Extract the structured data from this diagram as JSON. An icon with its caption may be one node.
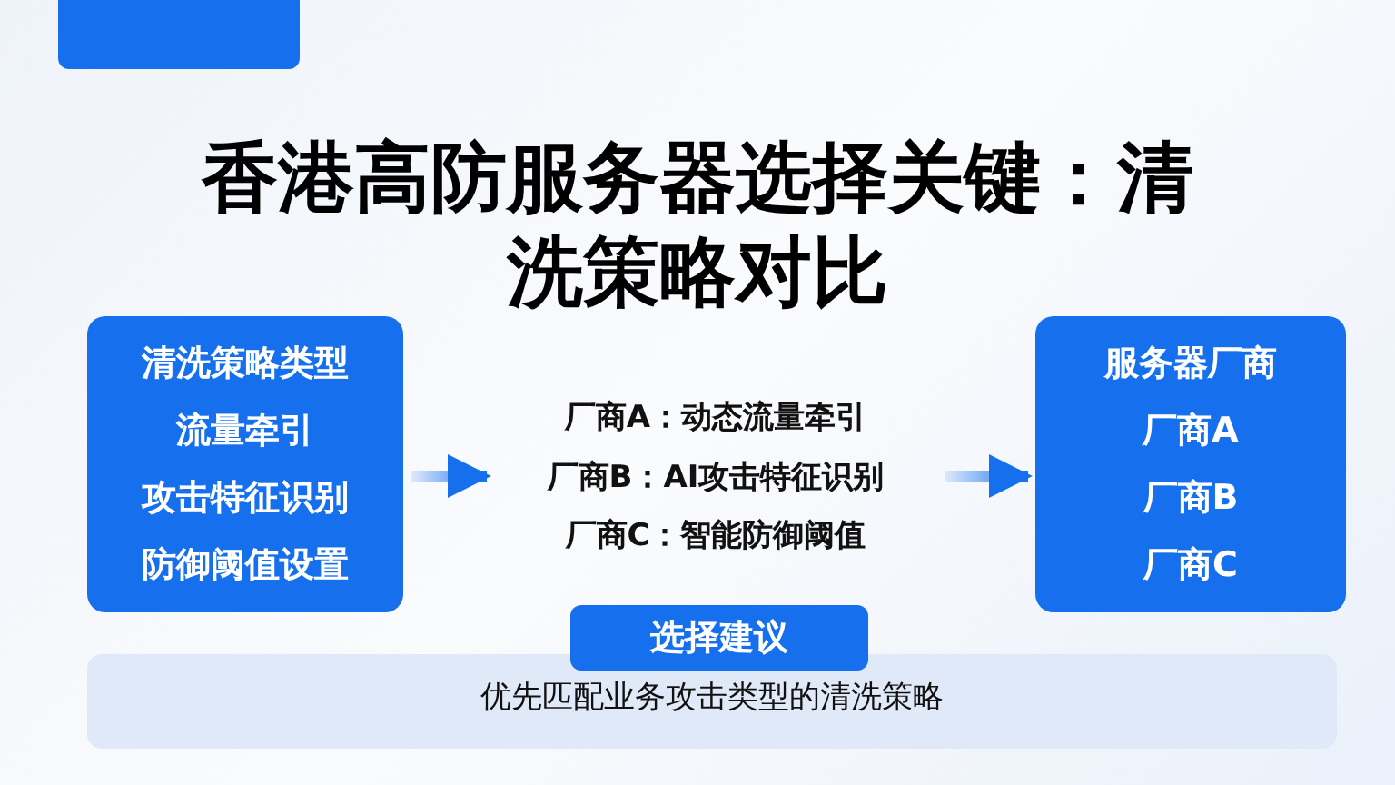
{
  "diagram": {
    "title": "香港高防服务器选择关键：清洗策略对比",
    "nodes": [
      {
        "text": [
          "清洗策略类型",
          "流量牵引",
          "攻击特征识别",
          "防御阈值设置"
        ]
      },
      {
        "text": [
          "厂商A：动态流量牵引",
          "厂商B：AI攻击特征识别",
          "厂商C：智能防御阈值"
        ]
      },
      {
        "text": [
          "服务器厂商",
          "厂商A",
          "厂商B",
          "厂商C"
        ]
      },
      {
        "text": [
          "选择建议"
        ]
      },
      {
        "text": [
          "优先匹配业务攻击类型的清洗策略"
        ]
      }
    ],
    "edges": [
      {
        "from": 0,
        "to": 1,
        "arrow": "to"
      },
      {
        "from": 1,
        "to": 2,
        "arrow": "to"
      }
    ]
  }
}
